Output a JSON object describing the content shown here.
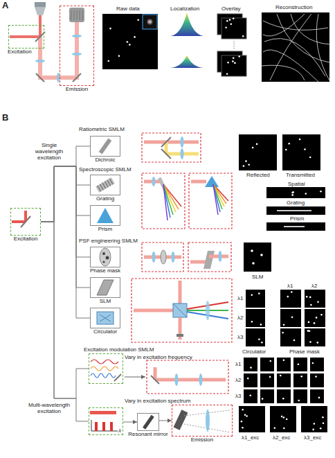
{
  "diagram": {
    "nodes": [
      {
        "text": [
          "Excitation"
        ]
      },
      {
        "text": [
          "Emission"
        ]
      },
      {
        "text": [
          "Excitation"
        ]
      },
      {
        "text": [
          "Dichroic"
        ]
      },
      {
        "text": [
          "Grating"
        ]
      },
      {
        "text": [
          "Prism"
        ]
      },
      {
        "text": [
          "Phase mask"
        ]
      },
      {
        "text": [
          "SLM"
        ]
      },
      {
        "text": [
          "Circulator"
        ]
      },
      {
        "text": [
          "Excitation modulation SMLM"
        ]
      },
      {
        "text": [
          "λ"
        ]
      },
      {
        "text": [
          "Resonant mirror"
        ]
      },
      {
        "text": [
          "Emission"
        ]
      }
    ],
    "edges": [
      {
        "from": 2,
        "to": 3,
        "arrow": "none"
      },
      {
        "from": 2,
        "to": 4,
        "arrow": "none"
      },
      {
        "from": 2,
        "to": 5,
        "arrow": "none"
      },
      {
        "from": 2,
        "to": 6,
        "arrow": "none"
      },
      {
        "from": 2,
        "to": 7,
        "arrow": "none"
      },
      {
        "from": 2,
        "to": 8,
        "arrow": "none"
      },
      {
        "from": 2,
        "to": 9,
        "arrow": "none"
      },
      {
        "from": 2,
        "to": 10,
        "arrow": "none"
      },
      {
        "from": 10,
        "to": 11,
        "label": "Vary in excitation spectrum",
        "arrow": "to"
      },
      {
        "from": 11,
        "to": 12,
        "arrow": "to"
      }
    ],
    "labels": [
      "A",
      "Raw data",
      "Localization",
      "Overlay",
      "Reconstruction",
      "B",
      "Single wavelength excitation",
      "Ratiometric SMLM",
      "Reflected",
      "Transmitted",
      "Spectroscopic SMLM",
      "Spatial",
      "Grating",
      "Prism",
      "PSF engineering SMLM",
      "SLM",
      "λ1",
      "λ2",
      "λ3",
      "λ1",
      "λ2",
      "Circulator",
      "Phase mask",
      "Vary in excitation frequency",
      "λ1",
      "λ2",
      "λ3",
      "Multi-wavelength excitation",
      "λ1_exc",
      "λ2_exc",
      "λ3_exc"
    ]
  }
}
